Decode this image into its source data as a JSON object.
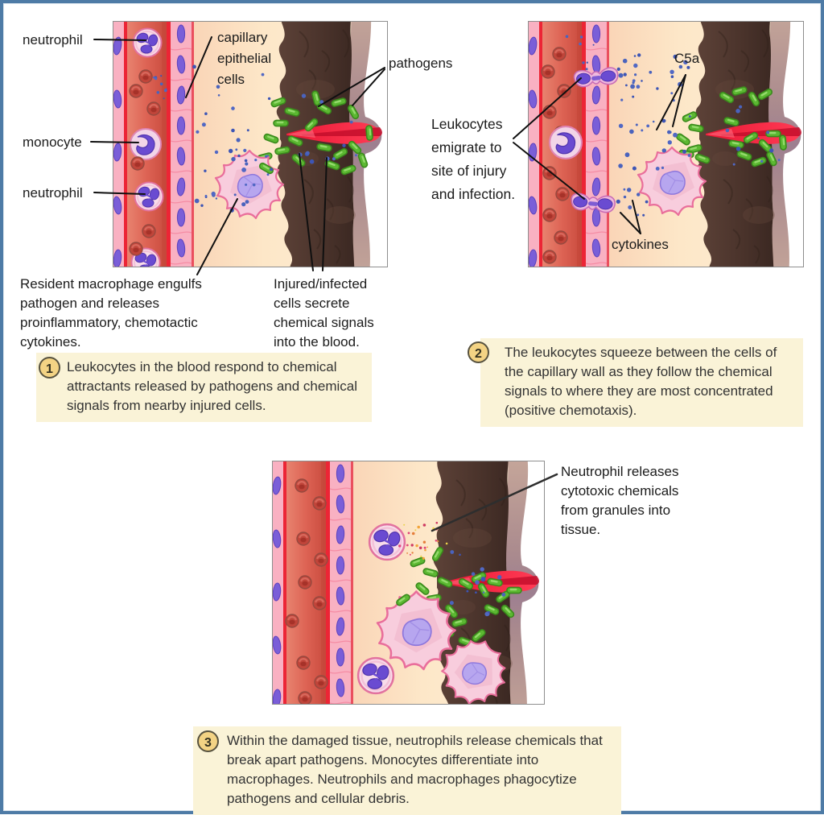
{
  "colors": {
    "frame_border": "#4e7ba6",
    "note_background": "#faf3d7",
    "step_circle_fill": "#f3d384",
    "step_circle_border": "#57523f",
    "pathogen_green": "#5cb832",
    "signal_dot_blue": "#4a63bd",
    "wound_red": "#ee1b38",
    "capillary_pink": "#f9b1c2",
    "dark_tissue_brown": "#4a332b"
  },
  "panels": {
    "panel1": {
      "labels": {
        "neutrophil_top": "neutrophil",
        "monocyte": "monocyte",
        "neutrophil_bottom": "neutrophil",
        "capillary_epithelial_cells": "capillary epithelial cells",
        "pathogens": "pathogens",
        "resident_macrophage": "Resident macrophage engulfs pathogen and releases proinflammatory, chemotactic cytokines.",
        "injured_cells": "Injured/infected cells secrete chemical signals into the blood."
      }
    },
    "panel2": {
      "labels": {
        "leukocytes_emigrate": "Leukocytes emigrate to site of injury and infection.",
        "c5a": "C5a",
        "cytokines": "cytokines"
      }
    },
    "panel3": {
      "labels": {
        "neutrophil_releases": "Neutrophil releases cytotoxic chemicals from granules into tissue."
      }
    }
  },
  "steps": [
    {
      "number": "1",
      "text": "Leukocytes in the blood respond to chemical attractants released by pathogens and chemical signals from nearby injured cells."
    },
    {
      "number": "2",
      "text": "The leukocytes squeeze between the cells of the capillary wall as they follow the chemical signals to where they are most concentrated (positive chemotaxis)."
    },
    {
      "number": "3",
      "text": "Within the damaged tissue, neutrophils release chemicals that break apart pathogens. Monocytes differentiate into macrophages. Neutrophils and macrophages phagocytize pathogens and cellular debris."
    }
  ]
}
